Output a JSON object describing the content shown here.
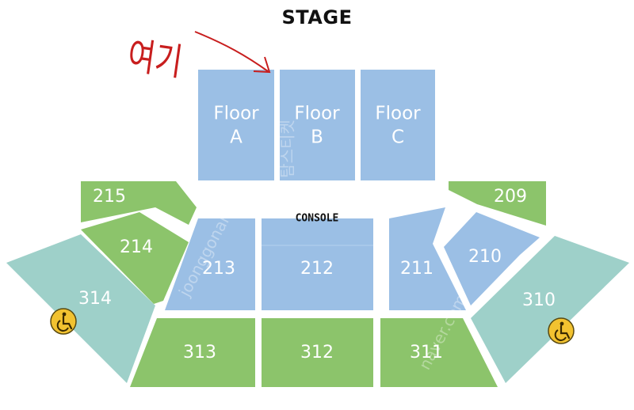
{
  "title": "STAGE",
  "colors": {
    "floor": "#9bbfe5",
    "lower_green": "#8cc46b",
    "side_teal": "#9ed0c9",
    "accessibility": "#f2c230",
    "annotation": "#c81e1e"
  },
  "annotation": {
    "text": "여기",
    "icon": "arrow-icon"
  },
  "floors": [
    {
      "line1": "Floor",
      "line2": "A"
    },
    {
      "line1": "Floor",
      "line2": "B"
    },
    {
      "line1": "Floor",
      "line2": "C"
    }
  ],
  "console": "CONSOLE",
  "sections": {
    "s215": "215",
    "s214": "214",
    "s213": "213",
    "s212": "212",
    "s211": "211",
    "s210": "210",
    "s209": "209",
    "s314": "314",
    "s313": "313",
    "s312": "312",
    "s311": "311",
    "s310": "310"
  },
  "icons": {
    "wheelchair": "wheelchair-icon"
  },
  "watermarks": [
    "joonggonara",
    "naver.com",
    "탐스티켓"
  ]
}
